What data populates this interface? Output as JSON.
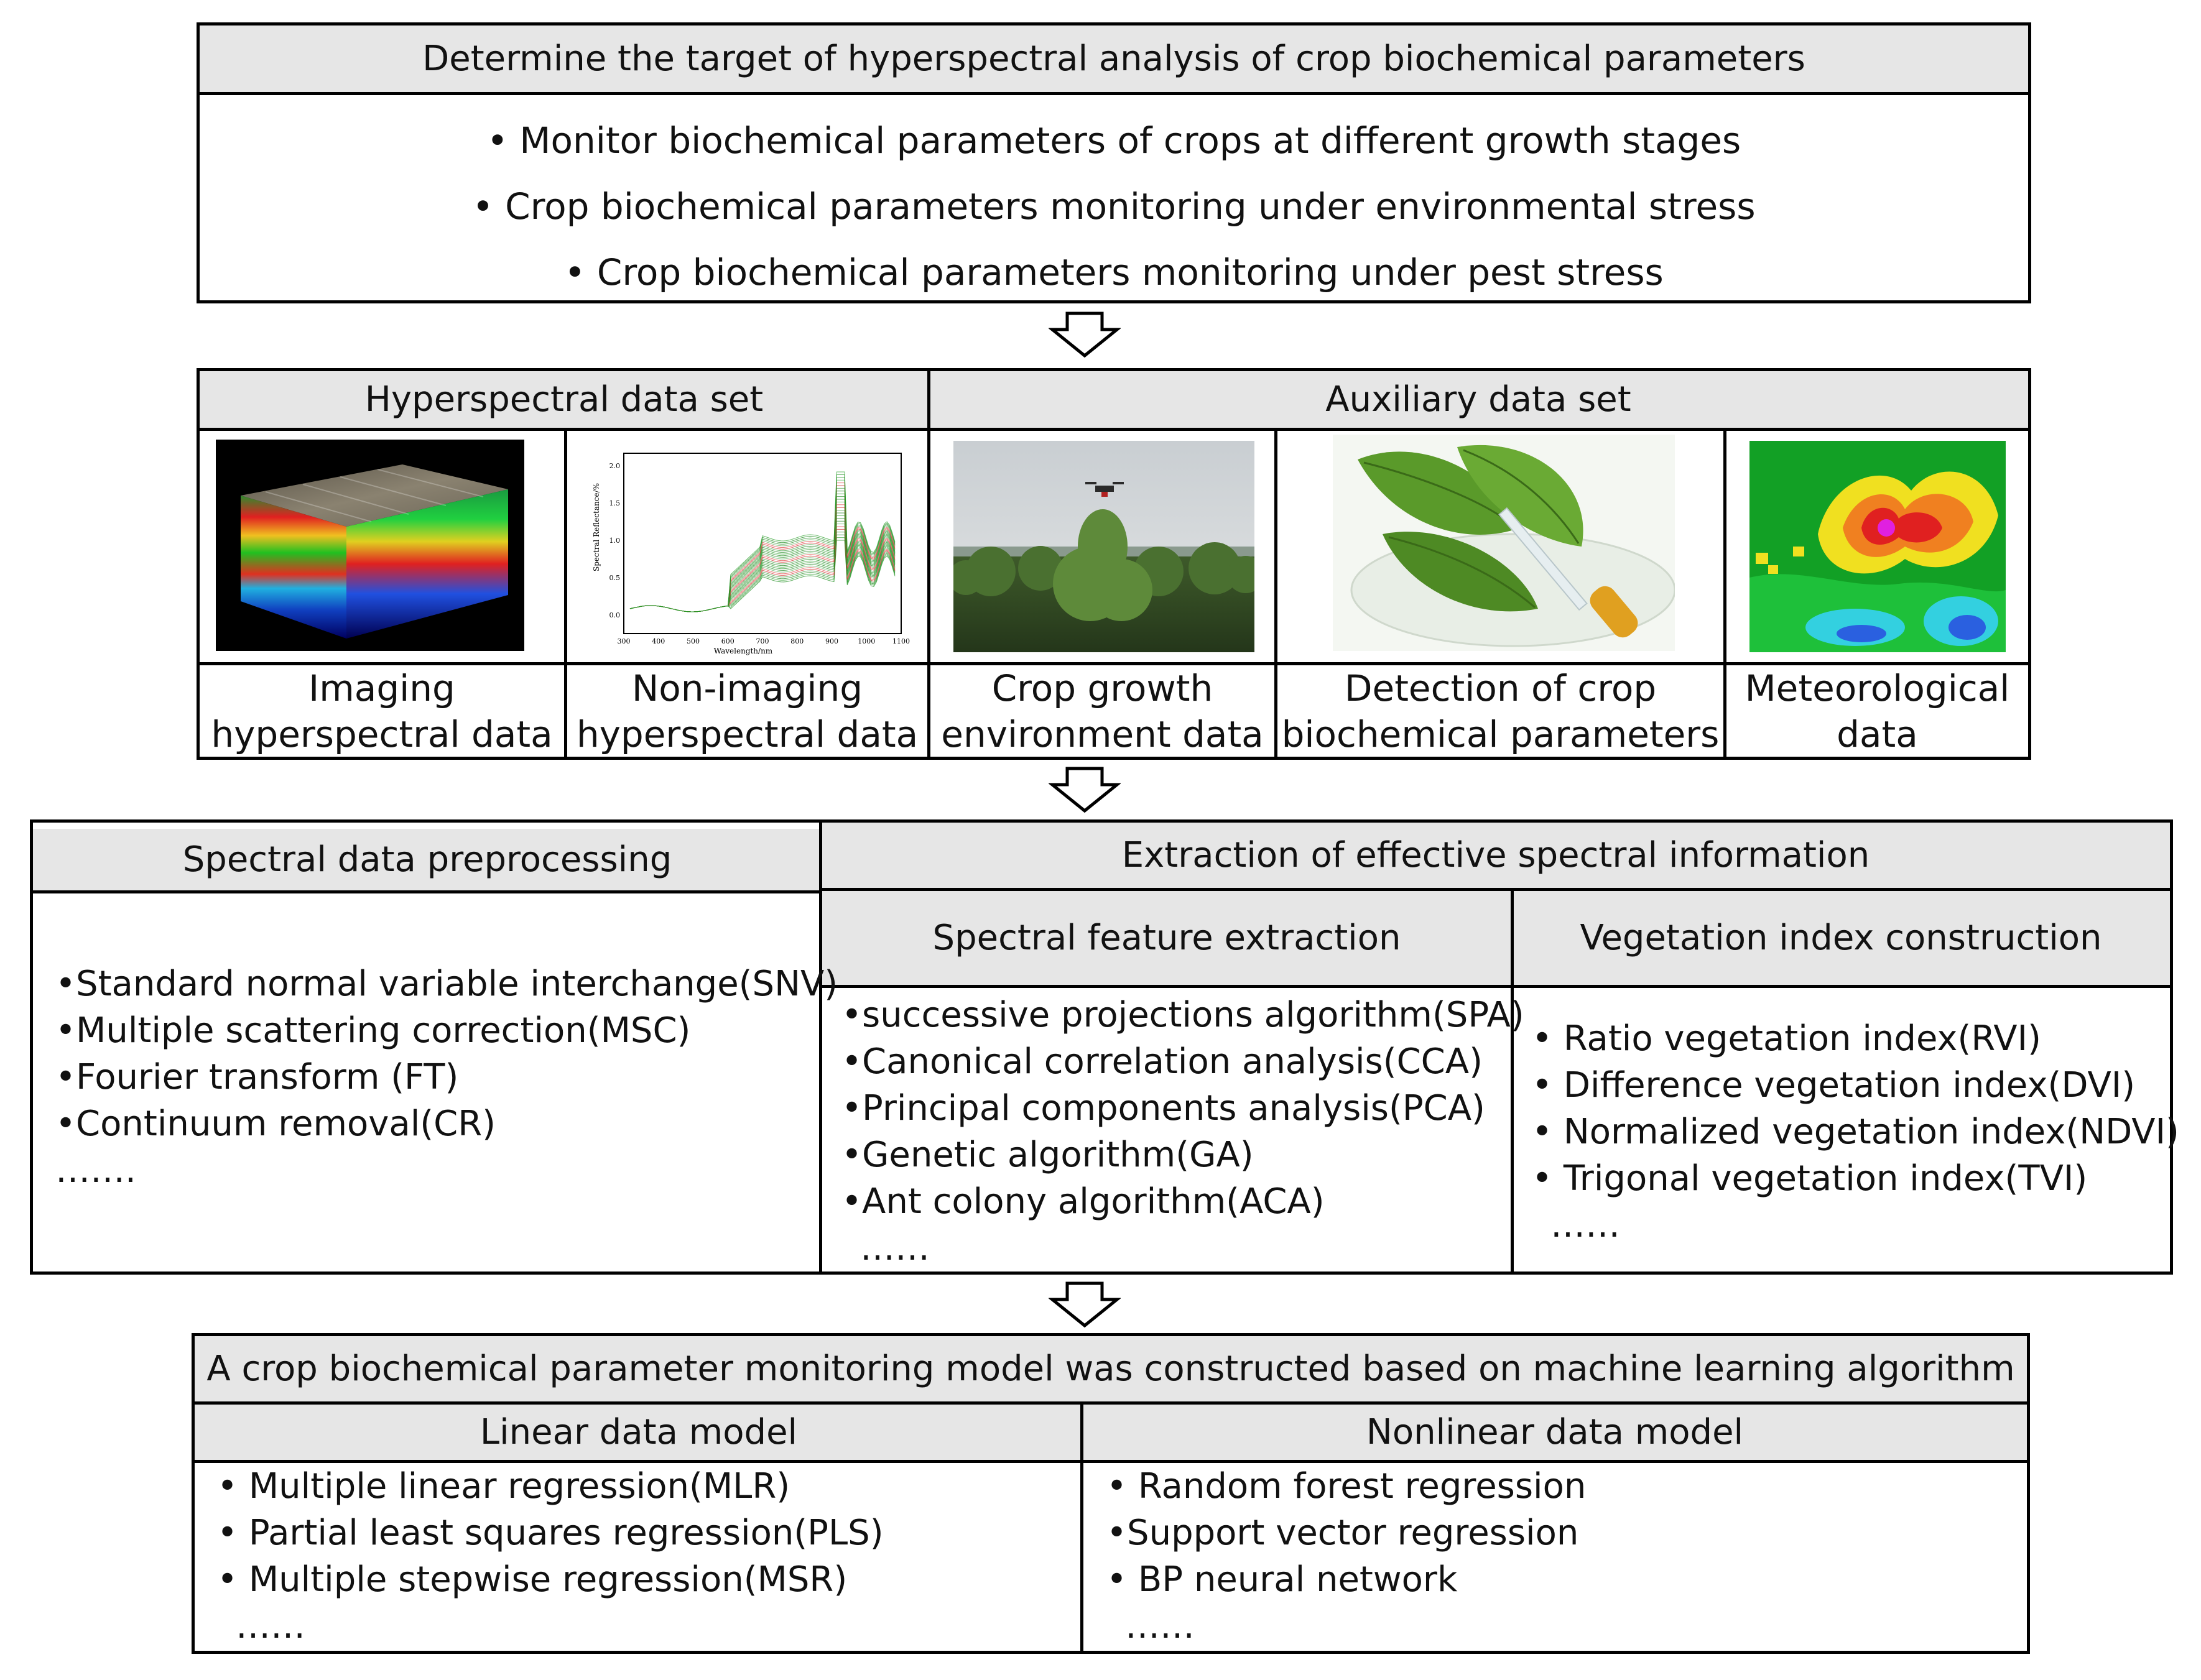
{
  "goal": {
    "title": "Determine the target of hyperspectral analysis of crop biochemical parameters",
    "items": [
      "• Monitor biochemical parameters of crops at different growth stages",
      "• Crop biochemical parameters monitoring under environmental stress",
      "• Crop biochemical parameters monitoring under pest stress"
    ]
  },
  "datasets": {
    "hyperspectral_title": "Hyperspectral data set",
    "auxiliary_title": "Auxiliary data set",
    "cells": [
      {
        "line1": "Imaging",
        "line2": "hyperspectral data",
        "image": "hyperspectral-cube-image"
      },
      {
        "line1": "Non-imaging",
        "line2": "hyperspectral data",
        "image": "spectral-reflectance-plot"
      },
      {
        "line1": "Crop growth",
        "line2": "environment data",
        "image": "uav-field-photo"
      },
      {
        "line1": "Detection of crop",
        "line2": "biochemical parameters",
        "image": "leaf-sample-photo"
      },
      {
        "line1": "Meteorological",
        "line2": "data",
        "image": "weather-map-image"
      }
    ],
    "plot": {
      "ylabel": "Spectral Reflectance/%",
      "xlabel": "Wavelength/nm",
      "yticks": [
        "2.0",
        "1.5",
        "1.0",
        "0.5",
        "0.0"
      ],
      "xticks": [
        "300",
        "400",
        "500",
        "600",
        "700",
        "800",
        "900",
        "1000",
        "1100"
      ]
    }
  },
  "processing": {
    "preprocessing_title": "Spectral data preprocessing",
    "preprocessing_items": [
      "•Standard normal variable interchange(SNV)",
      "•Multiple scattering correction(MSC)",
      "•Fourier transform (FT)",
      "•Continuum removal(CR)",
      "……."
    ],
    "extraction_title": "Extraction of effective spectral information",
    "feature_title": "Spectral feature extraction",
    "feature_items": [
      "•successive projections algorithm(SPA)",
      "•Canonical correlation analysis(CCA)",
      "•Principal components analysis(PCA)",
      "•Genetic algorithm(GA)",
      "•Ant colony algorithm(ACA)",
      "……"
    ],
    "vi_title": "Vegetation index construction",
    "vi_items": [
      "• Ratio vegetation index(RVI)",
      "• Difference vegetation index(DVI)",
      "• Normalized vegetation index(NDVI)",
      "• Trigonal vegetation index(TVI)",
      "……"
    ]
  },
  "model": {
    "title": "A crop biochemical parameter monitoring model was constructed based on machine learning algorithm",
    "linear_title": "Linear data model",
    "linear_items": [
      "• Multiple linear regression(MLR)",
      "• Partial least squares regression(PLS)",
      "• Multiple stepwise regression(MSR)",
      "……"
    ],
    "nonlinear_title": "Nonlinear data model",
    "nonlinear_items": [
      "• Random forest regression",
      "•Support vector regression",
      "• BP neural network",
      "……"
    ]
  }
}
